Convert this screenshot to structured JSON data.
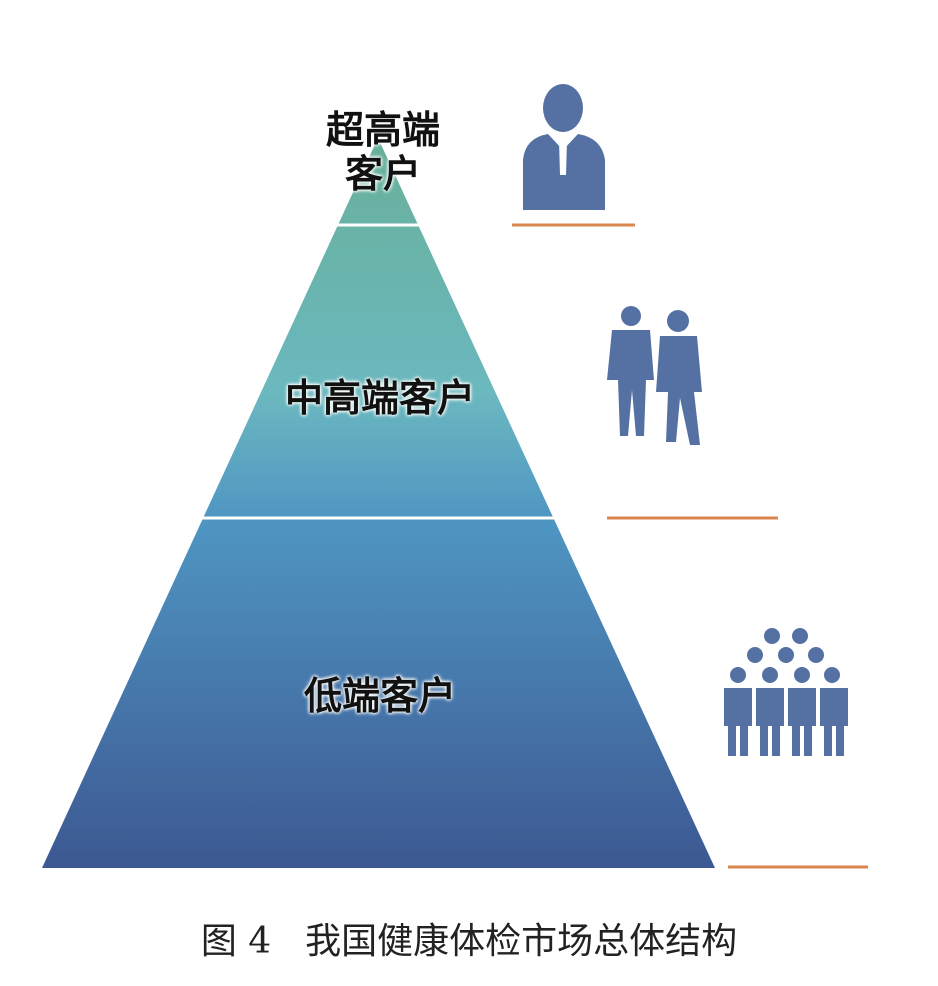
{
  "tiers": [
    {
      "label_line1": "超高端",
      "label_line2": "客户",
      "icon": "executive-icon"
    },
    {
      "label": "中高端客户",
      "icon": "two-businessmen-icon"
    },
    {
      "label": "低端客户",
      "icon": "crowd-icon"
    }
  ],
  "caption": {
    "number": "图 4",
    "title": "我国健康体检市场总体结构"
  },
  "colors": {
    "top": "#6db39b",
    "middle": "#52a0c4",
    "bottom": "#3d5892",
    "icon": "#5571a3",
    "line": "#d9874f"
  }
}
